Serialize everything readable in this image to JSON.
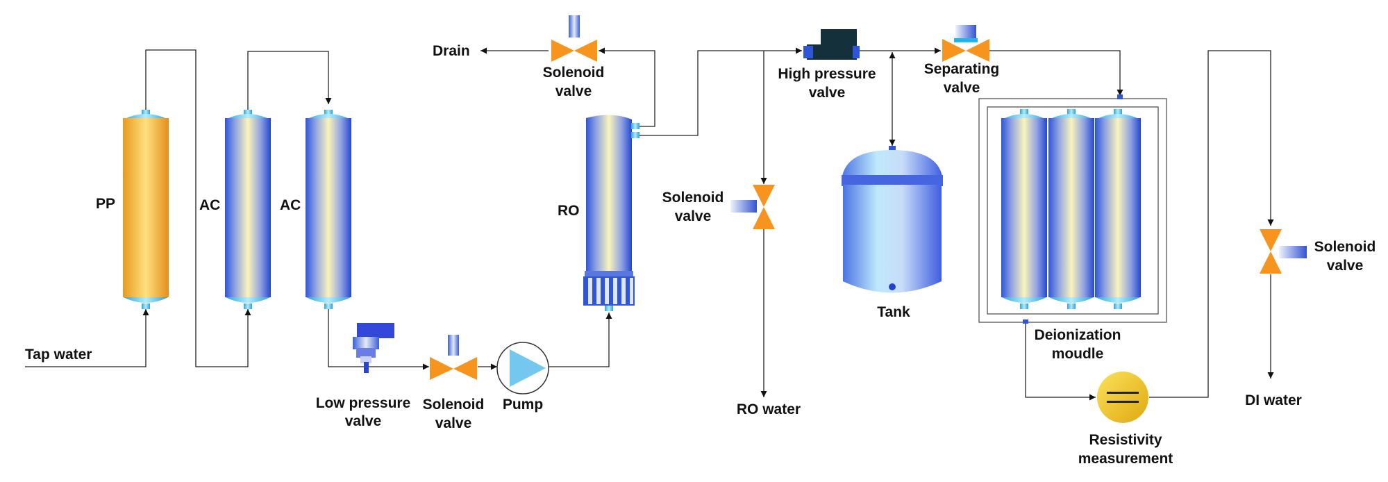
{
  "labels": {
    "tap_water": "Tap water",
    "pp": "PP",
    "ac1": "AC",
    "ac2": "AC",
    "low_pressure_valve": [
      "Low pressure",
      "valve"
    ],
    "solenoid_pump": [
      "Solenoid",
      "valve"
    ],
    "pump": "Pump",
    "ro": "RO",
    "drain": "Drain",
    "solenoid_drain": [
      "Solenoid",
      "valve"
    ],
    "high_pressure_valve": [
      "High pressure",
      "valve"
    ],
    "solenoid_ro": [
      "Solenoid",
      "valve"
    ],
    "ro_water": "RO water",
    "separating_valve": [
      "Separating",
      "valve"
    ],
    "tank": "Tank",
    "deionization_module": [
      "Deionization",
      "moudle"
    ],
    "resistivity": [
      "Resistivity",
      "measurement"
    ],
    "solenoid_di": [
      "Solenoid",
      "valve"
    ],
    "di_water": "DI water"
  },
  "colors": {
    "pipe": "#222222",
    "valve_orange": "#f7941d",
    "cartridge_blue": "#2e56d6",
    "cartridge_cream": "#f8f1b8",
    "cap_cyan": "#52c5f0",
    "pp_orange": "#f3a937",
    "pump_blue": "#6cc6ee",
    "meter_yellow": "#f5c518"
  }
}
